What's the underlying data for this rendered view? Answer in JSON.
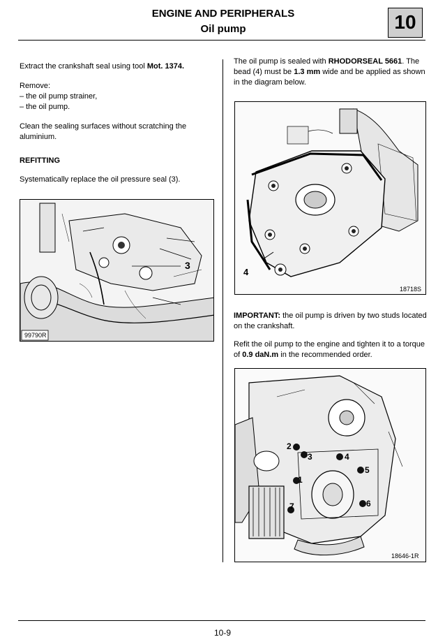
{
  "header": {
    "title": "ENGINE AND PERIPHERALS",
    "subtitle": "Oil pump",
    "chapter": "10"
  },
  "left": {
    "p1_text": "Extract the crankshaft seal using tool ",
    "p1_bold": "Mot. 1374.",
    "remove_heading": "Remove:",
    "remove_items": [
      "– the oil pump strainer,",
      "– the oil pump."
    ],
    "clean_text": "Clean the sealing surfaces without scratching the aluminium.",
    "refitting_heading": "REFITTING",
    "refitting_text": "Systematically replace the oil pressure seal (3).",
    "figure": {
      "ref": "99790R",
      "callout": "3"
    }
  },
  "right": {
    "p1_a": "The oil pump is sealed with ",
    "p1_b": "RHODORSEAL 5661",
    "p1_c": ". The bead (4) must be ",
    "p1_d": "1.3 mm",
    "p1_e": " wide and be applied as shown in the diagram below.",
    "figure1": {
      "ref": "18718S",
      "callout": "4"
    },
    "important_label": "IMPORTANT:",
    "important_text": " the oil pump is driven by two studs located on the crankshaft.",
    "refit_a": "Refit the oil pump to the engine and tighten it to a torque of ",
    "refit_b": "0.9 daN.m",
    "refit_c": " in the recommended order.",
    "figure2": {
      "ref": "18646-1R",
      "callouts": [
        "1",
        "2",
        "3",
        "4",
        "5",
        "6",
        "7"
      ]
    }
  },
  "footer": {
    "page": "10-9"
  }
}
